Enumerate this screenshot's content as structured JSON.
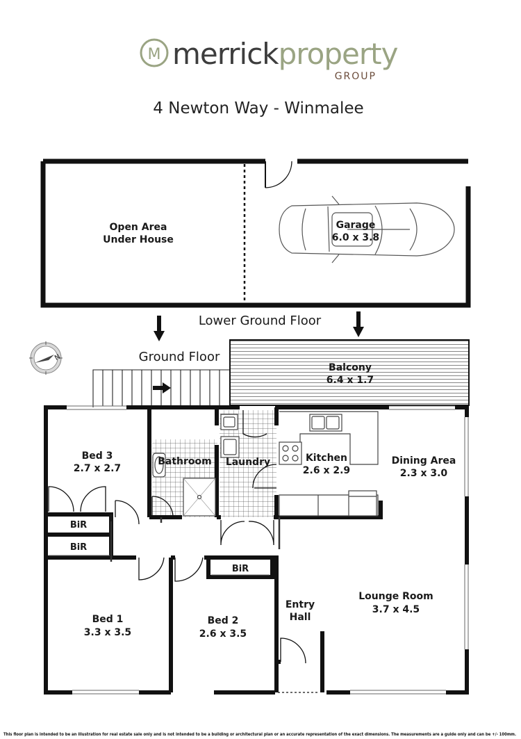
{
  "brand": {
    "logo_letter": "M",
    "name_part1": "merrick",
    "name_part2": "property",
    "subline": "GROUP",
    "colors": {
      "dark": "#3d3d3d",
      "green": "#9aa483",
      "brown": "#6b4c3b"
    }
  },
  "title": "4 Newton Way - Winmalee",
  "floors": {
    "lower": "Lower Ground Floor",
    "ground": "Ground Floor"
  },
  "compass": {
    "letter": "N"
  },
  "rooms": {
    "open_area": {
      "line1": "Open Area",
      "line2": "Under House"
    },
    "garage": {
      "name": "Garage",
      "size": "6.0 x 3.8"
    },
    "balcony": {
      "name": "Balcony",
      "size": "6.4 x 1.7"
    },
    "bed3": {
      "name": "Bed 3",
      "size": "2.7 x 2.7"
    },
    "bathroom": {
      "name": "Bathroom"
    },
    "laundry": {
      "name": "Laundry"
    },
    "kitchen": {
      "name": "Kitchen",
      "size": "2.6 x 2.9"
    },
    "dining": {
      "name": "Dining Area",
      "size": "2.3 x 3.0"
    },
    "bir1": {
      "name": "BiR"
    },
    "bir2": {
      "name": "BiR"
    },
    "bir3": {
      "name": "BiR"
    },
    "bed1": {
      "name": "Bed 1",
      "size": "3.3 x 3.5"
    },
    "bed2": {
      "name": "Bed 2",
      "size": "2.6 x 3.5"
    },
    "entry": {
      "line1": "Entry",
      "line2": "Hall"
    },
    "lounge": {
      "name": "Lounge Room",
      "size": "3.7 x 4.5"
    }
  },
  "disclaimer": "This floor plan is intended to be an illustration for real estate sale only and is not intended to be a building or architectural plan or an accurate representation of the exact dimensions. The measurements are a guide only and can be +/- 100mm."
}
